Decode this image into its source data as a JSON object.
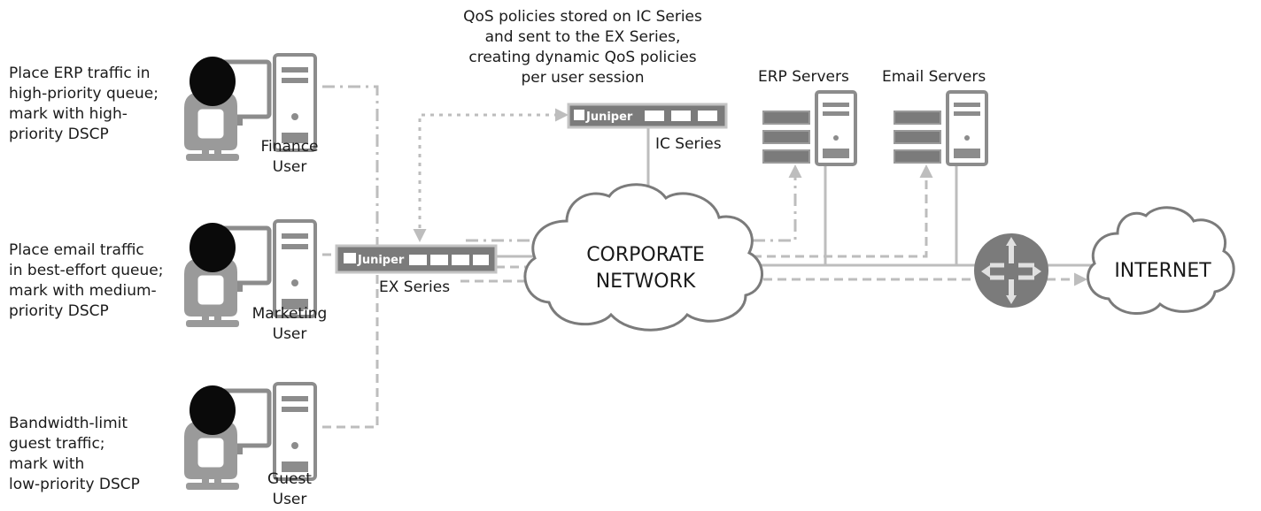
{
  "policies_note": [
    "QoS policies stored on IC Series",
    "and sent to the EX Series,",
    "creating dynamic QoS policies",
    "per user session"
  ],
  "users": [
    {
      "name": [
        "Finance",
        "User"
      ],
      "policy": [
        "Place ERP traffic in",
        "high-priority queue;",
        "mark with high-",
        "priority DSCP"
      ]
    },
    {
      "name": [
        "Marketing",
        "User"
      ],
      "policy": [
        "Place email traffic",
        "in best-effort queue;",
        "mark with medium-",
        "priority DSCP"
      ]
    },
    {
      "name": [
        "Guest",
        "User"
      ],
      "policy": [
        "Bandwidth-limit",
        "guest traffic;",
        "mark with",
        "low-priority DSCP"
      ]
    }
  ],
  "devices": {
    "ex_series": "EX Series",
    "ic_series": "IC Series",
    "erp_servers": "ERP Servers",
    "email_servers": "Email Servers",
    "brand": "Juniper"
  },
  "clouds": {
    "corporate": [
      "CORPORATE",
      "NETWORK"
    ],
    "internet": "INTERNET"
  },
  "colors": {
    "line": "#bdbdbd",
    "device": "#7b7b7b",
    "dark": "#3a3a3a",
    "light": "#e9e9e9"
  }
}
